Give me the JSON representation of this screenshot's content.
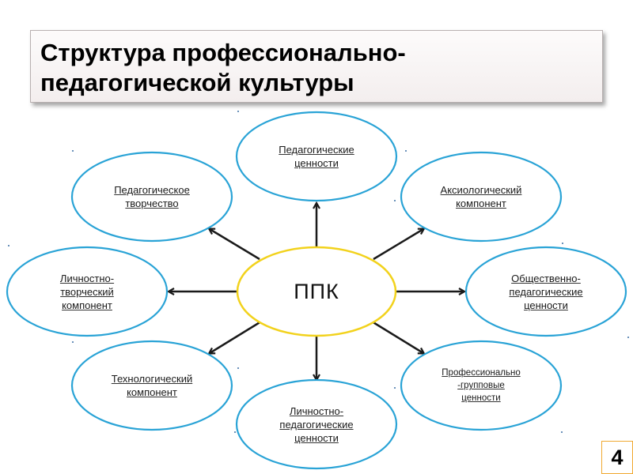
{
  "title": "Структура профессионально-\nпедагогической культуры",
  "center": {
    "label": "ППК"
  },
  "nodes": [
    {
      "id": "ped-values",
      "label": "Педагогические\nценности"
    },
    {
      "id": "ped-creativity",
      "label": "Педагогическое\nтворчество"
    },
    {
      "id": "axiological",
      "label": "Аксиологический\nкомпонент"
    },
    {
      "id": "personal-creative",
      "label": "Личностно-\nтворческий\nкомпонент"
    },
    {
      "id": "social-ped",
      "label": "Общественно-\nпедагогические\nценности"
    },
    {
      "id": "technological",
      "label": "Технологический\nкомпонент"
    },
    {
      "id": "prof-group",
      "label": "Профессионально\n-групповые\nценности"
    },
    {
      "id": "personal-ped",
      "label": "Личностно-\nпедагогические\nценности"
    }
  ],
  "page_number": "4",
  "colors": {
    "ellipse_stroke": "#29a3d6",
    "center_stroke": "#f2d21c",
    "arrow": "#1a1a1a",
    "page_border": "#f0a830"
  }
}
